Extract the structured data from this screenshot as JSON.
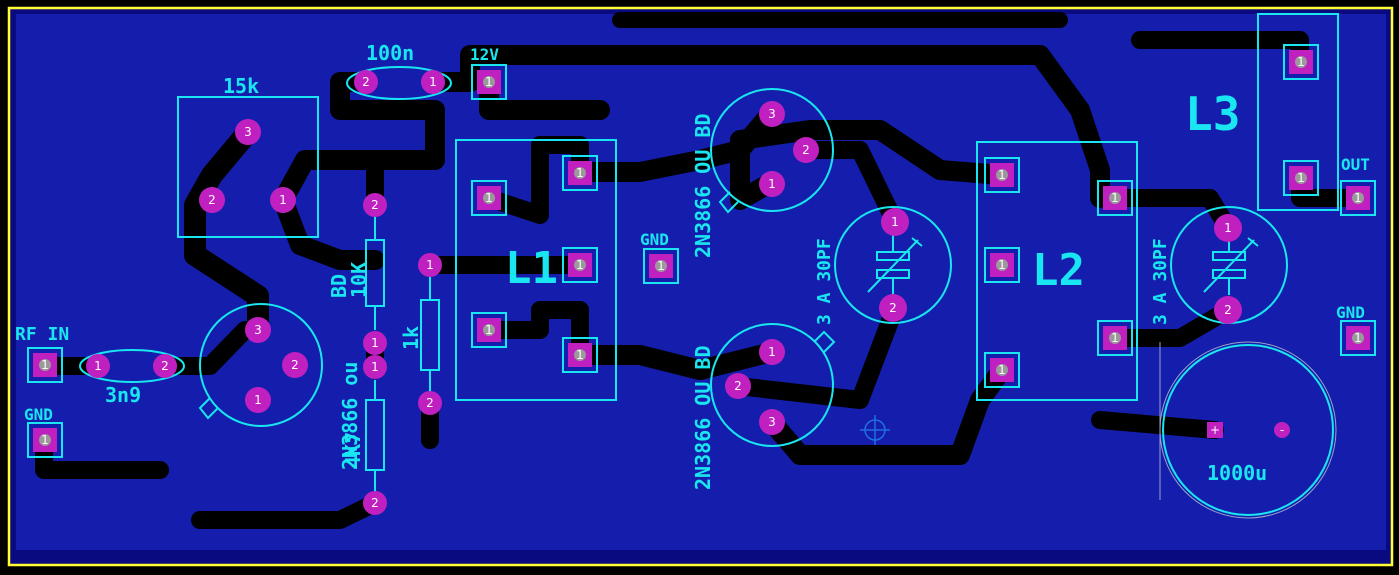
{
  "board_labels": {
    "rf_in": "RF IN",
    "gnd_left": "GND",
    "c_100n": "100n",
    "v12": "12V",
    "pot_15k": "15k",
    "c_3n9": "3n9",
    "t1_type": "2N3866 ou",
    "t1_alt": "BD",
    "r_10k": "10K",
    "r_4k7": "4K7",
    "r_1k": "1k",
    "l1": "L1",
    "gnd_mid": "GND",
    "t2_label": "2N3866 OU BD",
    "t3_label": "2N3866 OU BD",
    "trim1": "3 A 30PF",
    "l2": "L2",
    "trim2": "3 A 30PF",
    "l3": "L3",
    "out": "OUT",
    "gnd_right": "GND",
    "c_1000u": "1000u"
  },
  "pad_numbers": {
    "one": "1",
    "two": "2",
    "three": "3"
  },
  "cap_polarity": {
    "plus": "+",
    "minus": "-"
  },
  "colors": {
    "board": "#0a0a80",
    "board_edge": "#ffff33",
    "copper": "#1f2fd0",
    "trace": "#000000",
    "silkscreen": "#19e6f0",
    "pad_round": "#c020c0",
    "pad_square": "#c020c0"
  }
}
